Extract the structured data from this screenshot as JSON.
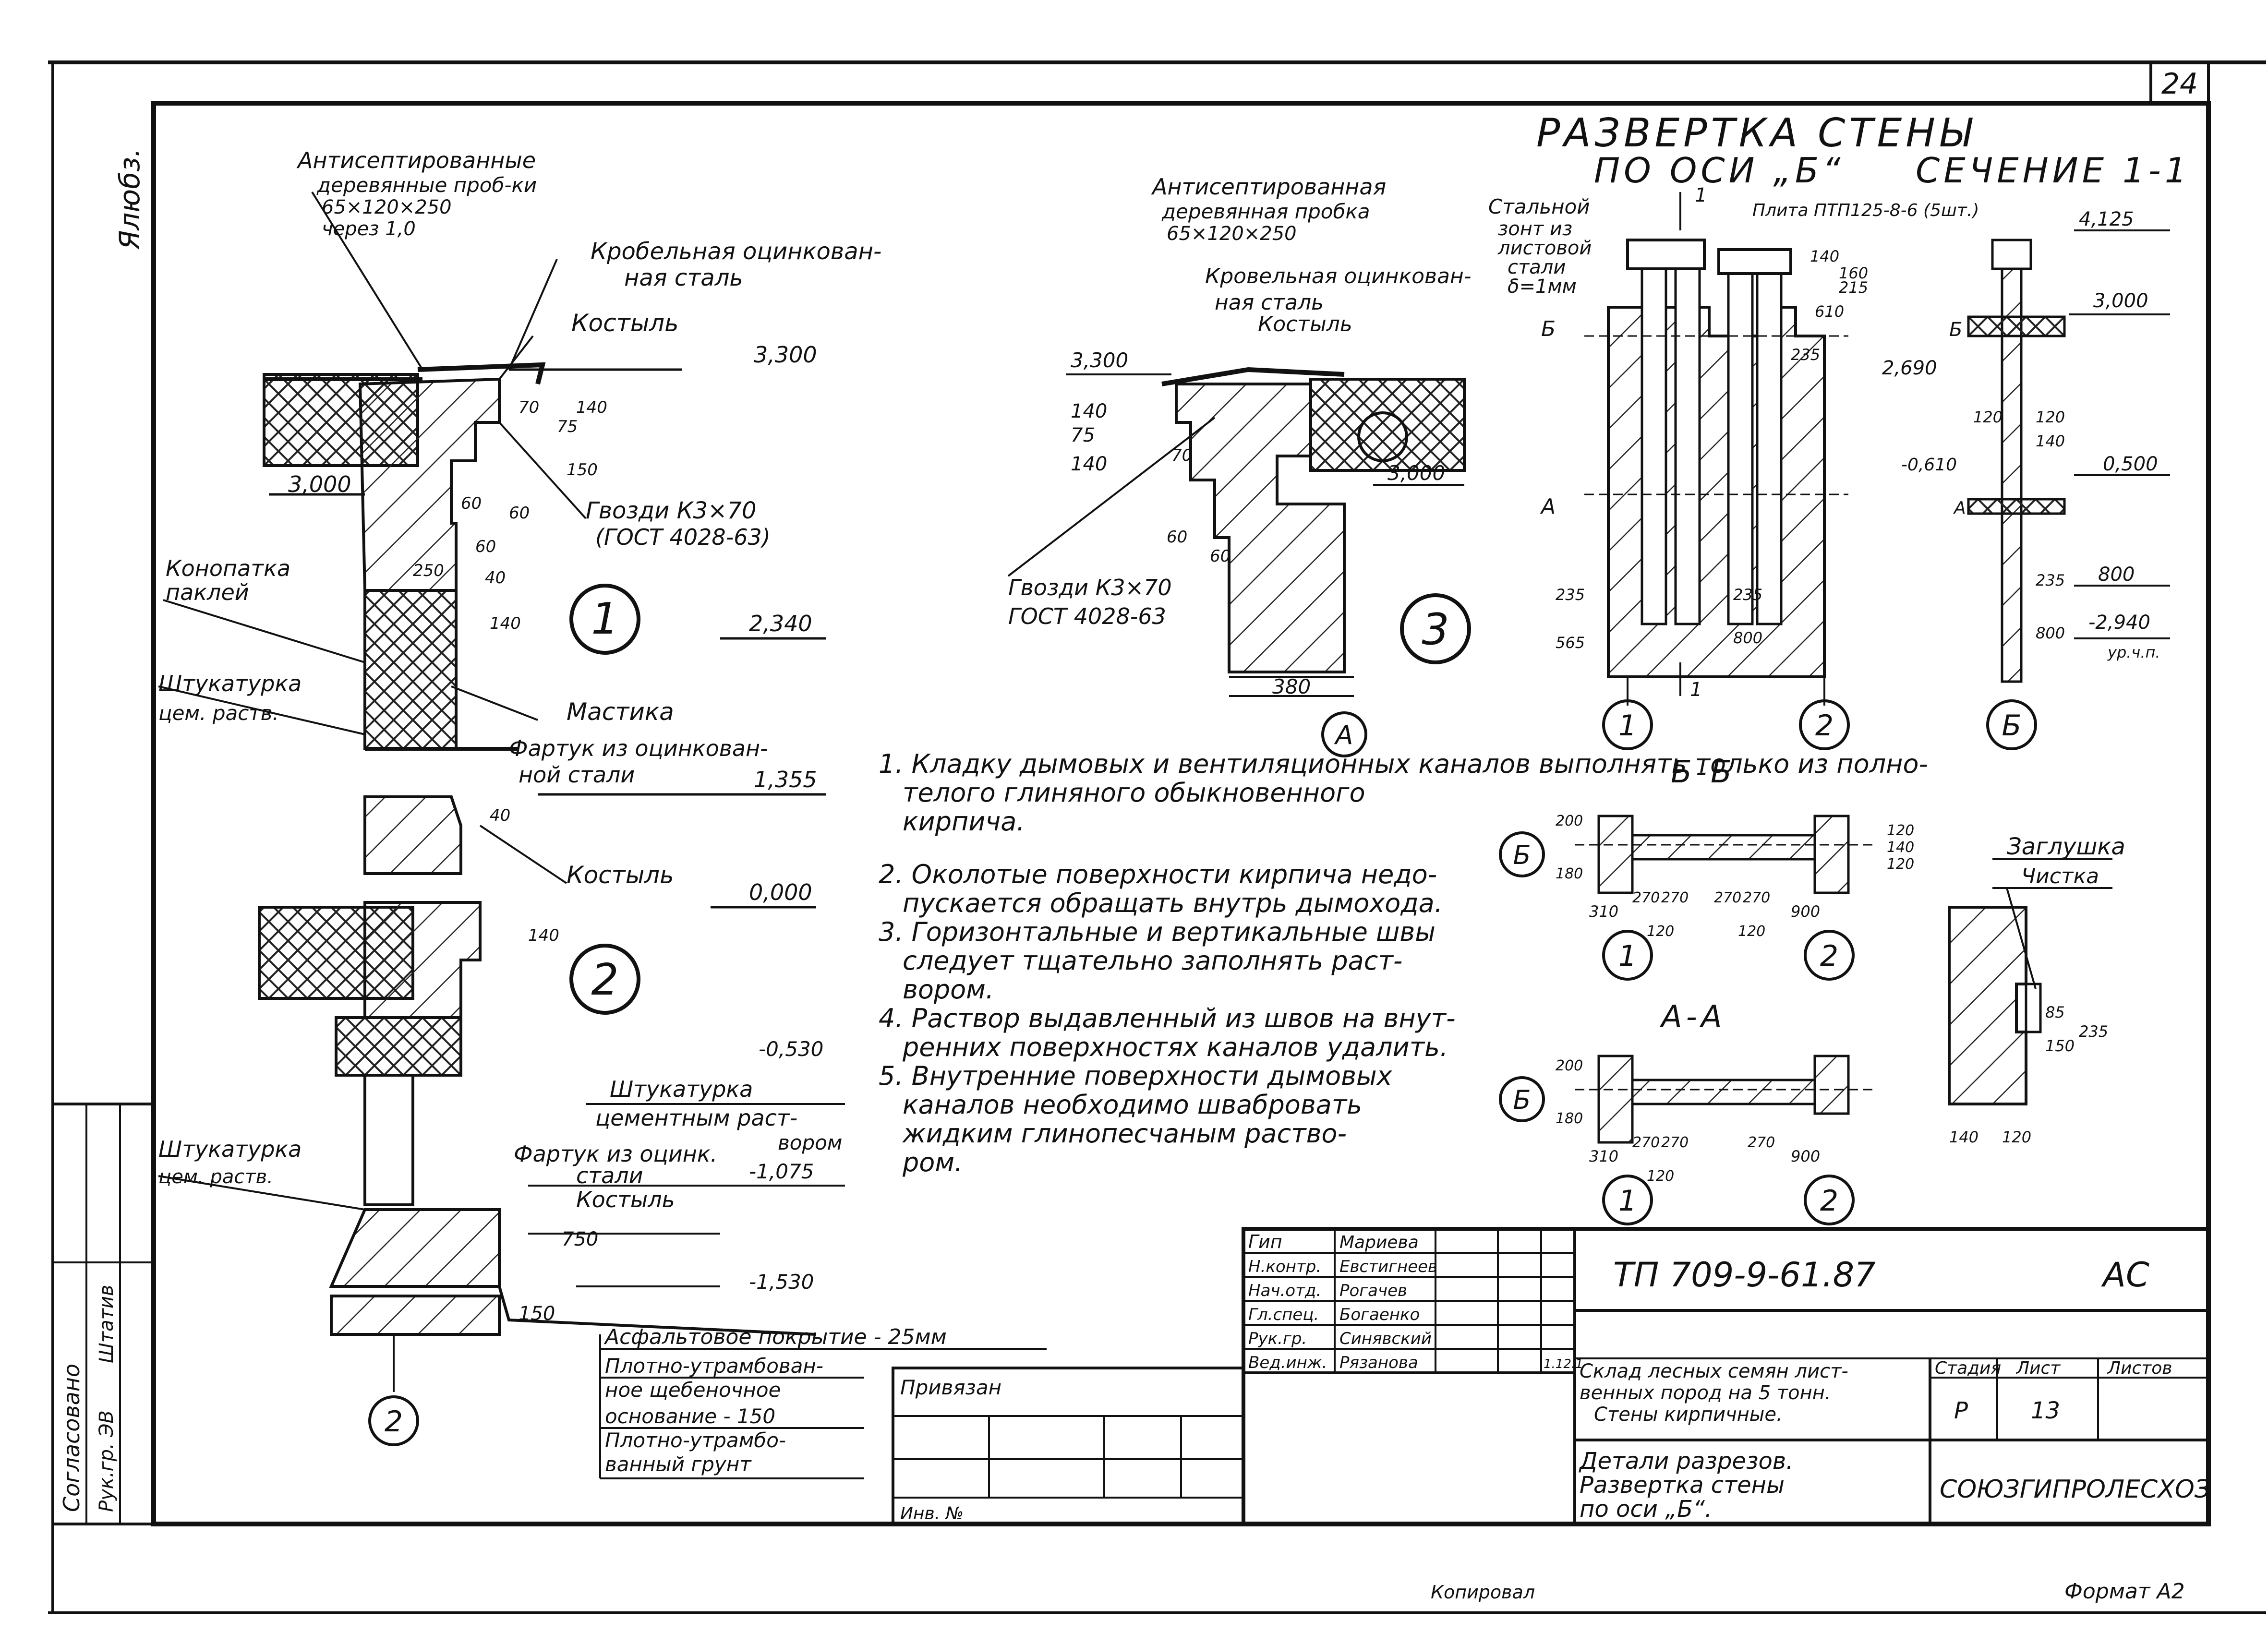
{
  "sheet_number": "24",
  "side_mark": "Ялюбз.",
  "title_main_1": "РАЗВЕРТКА СТЕНЫ",
  "title_main_2": "ПО ОСИ „Б“",
  "title_section": "СЕЧЕНИЕ 1-1",
  "detail1": {
    "callouts": [
      "Антисептированные",
      "деревянные проб-ки",
      "65×120×250",
      "через 1,0",
      "Кробельная оцинкован-",
      "ная сталь",
      "Костыль",
      "Гвозди К3×70",
      "(ГОСТ 4028-63)",
      "Конопатка",
      "паклей",
      "Штукатурка",
      "цем. раств.",
      "Мастика",
      "Фартук из оцинкован-",
      "ной стали",
      "Костыль"
    ],
    "levels": [
      "3,300",
      "3,000",
      "2,340",
      "1,355",
      "0,000"
    ],
    "dims": [
      "70",
      "140",
      "75",
      "150",
      "60",
      "60",
      "60",
      "250",
      "40",
      "140",
      "40",
      "140"
    ],
    "circle": "1"
  },
  "detail2": {
    "callouts": [
      "Штукатурка",
      "цементным раст-",
      "вором",
      "Штукатурка",
      "цем. раств.",
      "Фартук из оцинк.",
      "стали",
      "Костыль"
    ],
    "levels": [
      "-0,530",
      "-1,075",
      "-1,530"
    ],
    "dims": [
      "750",
      "150"
    ],
    "circle": "2",
    "axis": "2",
    "legend": [
      "Асфальтовое покрытие - 25мм",
      "Плотно-утрамбован-",
      "ное щебеночное",
      "основание - 150",
      "Плотно-утрамбо-",
      "ванный грунт"
    ]
  },
  "detail3": {
    "callouts": [
      "Антисептированная",
      "деревянная пробка",
      "65×120×250",
      "Кровельная оцинкован-",
      "ная сталь",
      "Костыль",
      "Гвозди К3×70",
      "ГОСТ 4028-63"
    ],
    "levels": [
      "3,300",
      "3,000"
    ],
    "dims": [
      "140",
      "75",
      "140",
      "70",
      "60",
      "60",
      "380"
    ],
    "circle": "3",
    "axis": "А"
  },
  "elevation": {
    "callouts": [
      "Стальной",
      "зонт из",
      "листовой",
      "стали",
      "δ=1мм",
      "Плита ПТП125-8-6 (5шт.)"
    ],
    "levels": [
      "2,690"
    ],
    "dims": [
      "140",
      "160",
      "215",
      "610",
      "235",
      "235",
      "565",
      "800",
      "235"
    ],
    "marks": [
      "Б",
      "А",
      "1",
      "1"
    ],
    "axes": [
      "1",
      "2"
    ]
  },
  "section11": {
    "levels": [
      "4,125",
      "3,000",
      "0,500",
      "-0,610",
      "800",
      "-2,940"
    ],
    "dims": [
      "120",
      "120",
      "140",
      "235",
      "800"
    ],
    "marks": [
      "Б",
      "А",
      "ур.ч.п."
    ],
    "axis": "Б"
  },
  "plan_bb": {
    "title": "Б-Б",
    "dims": [
      "200",
      "180",
      "310",
      "270",
      "270",
      "120",
      "270",
      "270",
      "120",
      "900",
      "120",
      "140",
      "120"
    ],
    "axes": [
      "Б",
      "1",
      "2"
    ]
  },
  "plan_aa": {
    "title": "А-А",
    "dims": [
      "200",
      "180",
      "310",
      "270",
      "270",
      "120",
      "270",
      "900"
    ],
    "axes": [
      "Б",
      "1",
      "2"
    ]
  },
  "plug": {
    "callouts": [
      "Заглушка",
      "Чистка"
    ],
    "dims": [
      "150",
      "85",
      "235",
      "140",
      "120"
    ]
  },
  "notes": [
    "1. Кладку дымовых и вентиляционных каналов выполнять только из полно-",
    "телого глиняного обыкновенного",
    "кирпича.",
    "2. Околотые поверхности кирпича недо-",
    "пускается обращать внутрь дымохода.",
    "3. Горизонтальные и вертикальные швы",
    "следует тщательно заполнять раст-",
    "вором.",
    "4. Раствор выдавленный из швов на внут-",
    "ренних поверхностях каналов удалить.",
    "5. Внутренние поверхности дымовых",
    "каналов необходимо швабровать",
    "жидким глинопесчаным раство-",
    "ром."
  ],
  "stamp": {
    "roles": [
      "Гип",
      "Н.контр.",
      "Нач.отд.",
      "Гл.спец.",
      "Рук.гр.",
      "Вед.инж."
    ],
    "names": [
      "Мариева",
      "Евстигнеев",
      "Рогачев",
      "Богаенко",
      "Синявский",
      "Рязанова"
    ],
    "date": "1.12.1",
    "code": "ТП 709-9-61.87",
    "mark": "АС",
    "project": [
      "Склад лесных семян лист-",
      "венных пород на 5 тонн.",
      "Стены кирпичные."
    ],
    "sheet_title": [
      "Детали разрезов.",
      "Развертка стены",
      "по оси „Б“."
    ],
    "stage_label": "Стадия",
    "sheet_label": "Лист",
    "sheets_label": "Листов",
    "stage": "Р",
    "sheet": "13",
    "org": "СОЮЗГИПРОЛЕСХОЗ",
    "bound": "Привязан",
    "inv": "Инв. №"
  },
  "side_stamp": [
    "Согласовано",
    "Рук.гр. ЭВ",
    "Штатив"
  ],
  "copied": "Копировал",
  "format": "Формат А2"
}
